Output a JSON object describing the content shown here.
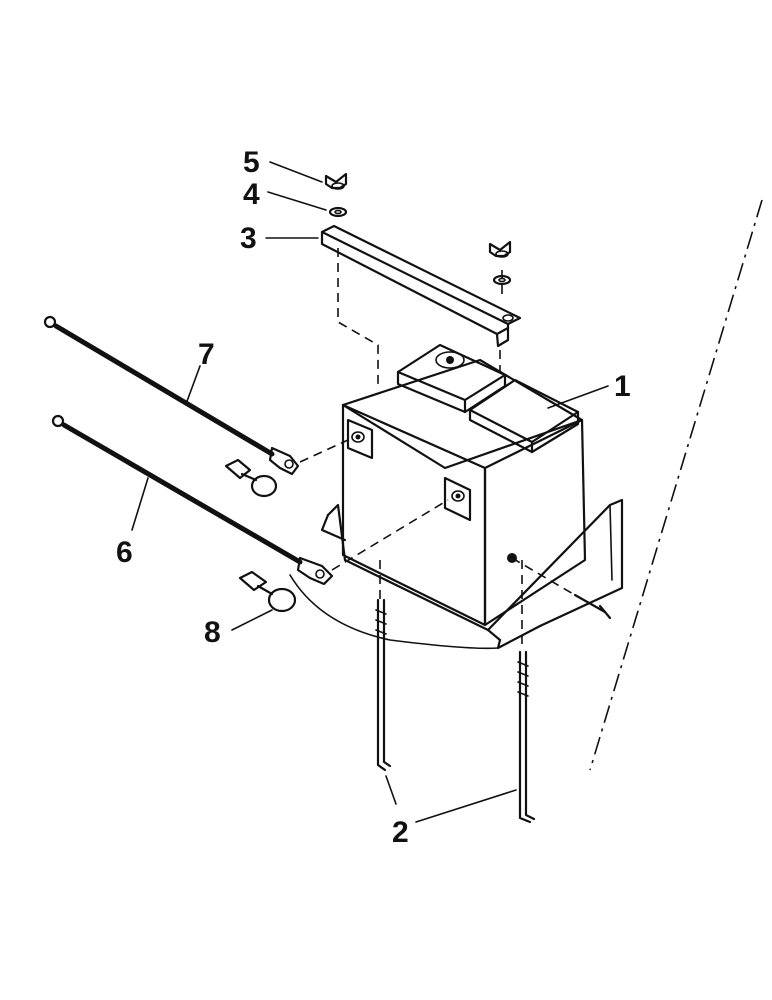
{
  "diagram": {
    "callouts": [
      {
        "id": "1",
        "text": "1",
        "part": "battery"
      },
      {
        "id": "2",
        "text": "2",
        "part": "hold-down-rods"
      },
      {
        "id": "3",
        "text": "3",
        "part": "hold-down-bar"
      },
      {
        "id": "4",
        "text": "4",
        "part": "washer"
      },
      {
        "id": "5",
        "text": "5",
        "part": "wing-nut"
      },
      {
        "id": "6",
        "text": "6",
        "part": "negative-cable"
      },
      {
        "id": "7",
        "text": "7",
        "part": "positive-cable"
      },
      {
        "id": "8",
        "text": "8",
        "part": "terminal-cap"
      }
    ]
  }
}
